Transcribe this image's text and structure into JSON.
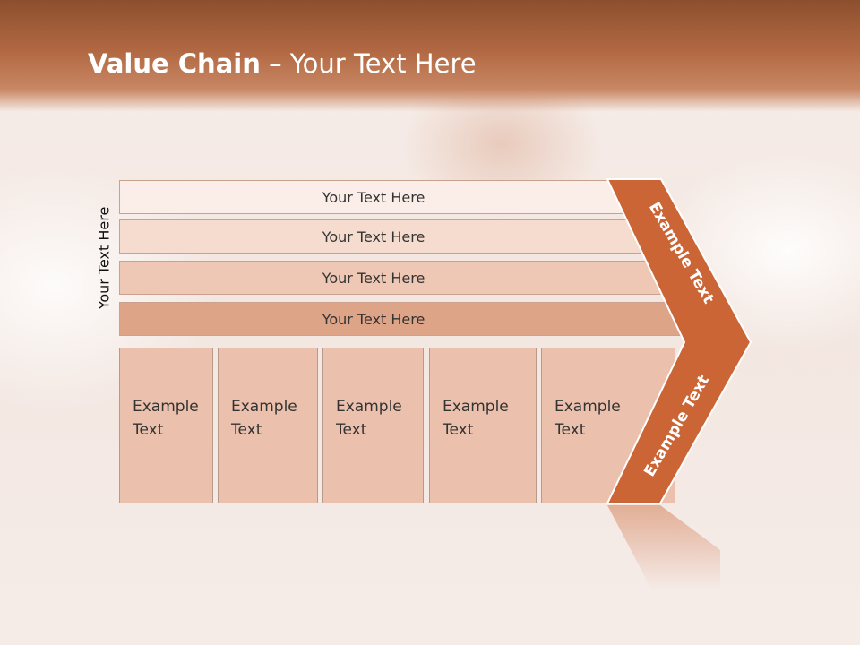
{
  "slide": {
    "title_bold": "Value Chain",
    "title_rest": " – Your Text Here",
    "vertical_label": "Your Text Here"
  },
  "bars": [
    {
      "label": "Your Text Here",
      "color": "#fbeee9"
    },
    {
      "label": "Your Text Here",
      "color": "#f5dccf"
    },
    {
      "label": "Your Text Here",
      "color": "#eec8b5"
    },
    {
      "label": "Your Text Here",
      "color": "#dea487"
    }
  ],
  "boxes": [
    {
      "line1": "Example",
      "line2": "Text"
    },
    {
      "line1": "Example",
      "line2": "Text"
    },
    {
      "line1": "Example",
      "line2": "Text"
    },
    {
      "line1": "Example",
      "line2": "Text"
    },
    {
      "line1": "Example",
      "line2": "Text"
    }
  ],
  "chevron": {
    "top_label": "Example Text",
    "bottom_label": "Example Text",
    "color": "#cc6535"
  }
}
